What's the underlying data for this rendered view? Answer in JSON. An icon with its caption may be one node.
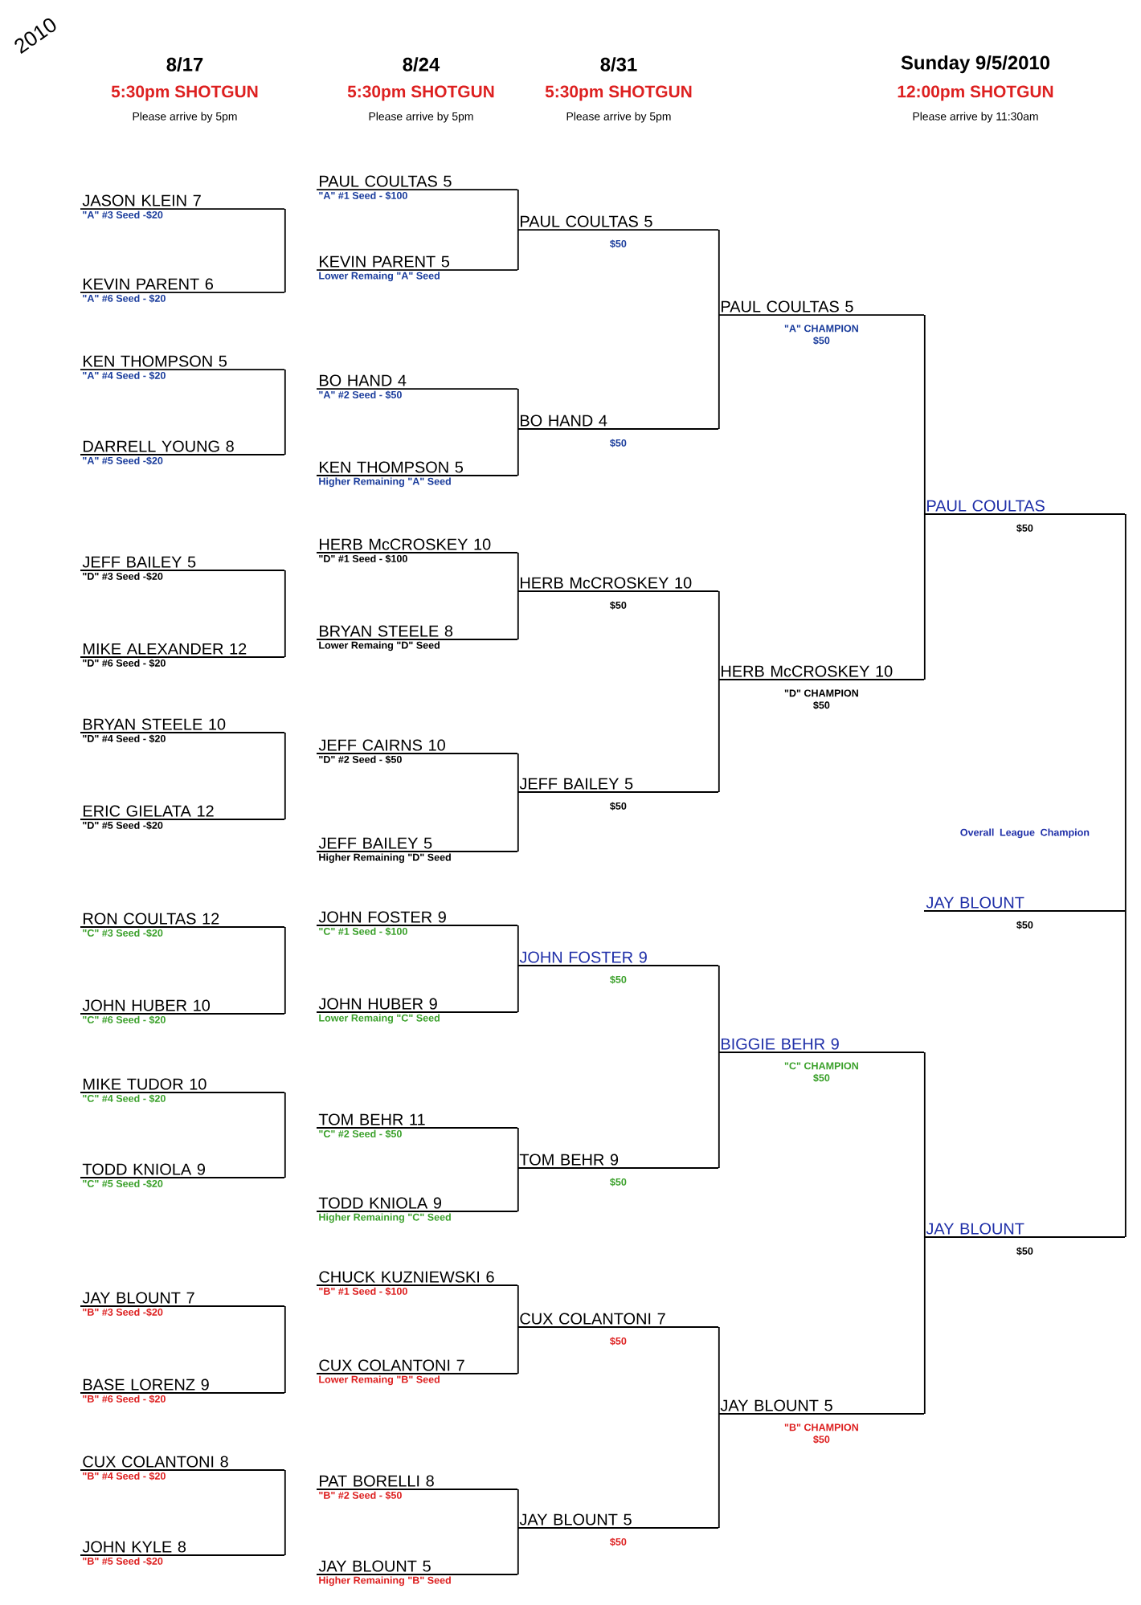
{
  "diagram": {
    "nodes": [
      {
        "text": [
          "JASON KLEIN 7",
          "\"A\" #3 Seed -$20"
        ]
      },
      {
        "text": [
          "KEVIN PARENT 6",
          "\"A\" #6 Seed - $20"
        ]
      },
      {
        "text": [
          "KEN THOMPSON 5",
          "\"A\" #4 Seed - $20"
        ]
      },
      {
        "text": [
          "DARRELL YOUNG 8",
          "\"A\" #5 Seed -$20"
        ]
      },
      {
        "text": [
          "JEFF BAILEY 5",
          "\"D\" #3 Seed -$20"
        ]
      },
      {
        "text": [
          "MIKE ALEXANDER 12",
          "\"D\" #6 Seed - $20"
        ]
      },
      {
        "text": [
          "BRYAN STEELE 10",
          "\"D\" #4 Seed - $20"
        ]
      },
      {
        "text": [
          "ERIC GIELATA 12",
          "\"D\" #5 Seed -$20"
        ]
      },
      {
        "text": [
          "RON COULTAS 12",
          "\"C\" #3 Seed -$20"
        ]
      },
      {
        "text": [
          "JOHN HUBER 10",
          "\"C\" #6 Seed - $20"
        ]
      },
      {
        "text": [
          "MIKE TUDOR 10",
          "\"C\" #4 Seed - $20"
        ]
      },
      {
        "text": [
          "TODD KNIOLA 9",
          "\"C\" #5 Seed -$20"
        ]
      },
      {
        "text": [
          "JAY BLOUNT 7",
          "\"B\" #3 Seed -$20"
        ]
      },
      {
        "text": [
          "BASE LORENZ 9",
          "\"B\" #6 Seed - $20"
        ]
      },
      {
        "text": [
          "CUX COLANTONI 8",
          "\"B\" #4 Seed - $20"
        ]
      },
      {
        "text": [
          "JOHN KYLE 8",
          "\"B\" #5 Seed -$20"
        ]
      },
      {
        "text": [
          "PAUL COULTAS 5",
          "\"A\" #1 Seed - $100"
        ]
      },
      {
        "text": [
          "KEVIN PARENT 5",
          "Lower Remaing \"A\" Seed"
        ]
      },
      {
        "text": [
          "BO HAND 4",
          "\"A\" #2 Seed - $50"
        ]
      },
      {
        "text": [
          "KEN THOMPSON 5",
          "Higher Remaining \"A\" Seed"
        ]
      },
      {
        "text": [
          "HERB McCROSKEY 10",
          "\"D\" #1 Seed - $100"
        ]
      },
      {
        "text": [
          "BRYAN STEELE 8",
          "Lower Remaing \"D\" Seed"
        ]
      },
      {
        "text": [
          "JEFF CAIRNS 10",
          "\"D\" #2 Seed - $50"
        ]
      },
      {
        "text": [
          "JEFF BAILEY 5",
          "Higher Remaining \"D\" Seed"
        ]
      },
      {
        "text": [
          "JOHN FOSTER 9",
          "\"C\" #1 Seed - $100"
        ]
      },
      {
        "text": [
          "JOHN HUBER 9",
          "Lower Remaing \"C\" Seed"
        ]
      },
      {
        "text": [
          "TOM BEHR 11",
          "\"C\" #2 Seed - $50"
        ]
      },
      {
        "text": [
          "TODD KNIOLA 9",
          "Higher Remaining \"C\" Seed"
        ]
      },
      {
        "text": [
          "CHUCK KUZNIEWSKI 6",
          "\"B\" #1 Seed - $100"
        ]
      },
      {
        "text": [
          "CUX COLANTONI 7",
          "Lower Remaing \"B\" Seed"
        ]
      },
      {
        "text": [
          "PAT BORELLI 8",
          "\"B\" #2 Seed - $50"
        ]
      },
      {
        "text": [
          "JAY BLOUNT 5",
          "Higher Remaining \"B\" Seed"
        ]
      },
      {
        "text": [
          "PAUL COULTAS 5",
          "$50"
        ]
      },
      {
        "text": [
          "BO HAND 4",
          "$50"
        ]
      },
      {
        "text": [
          "HERB McCROSKEY 10",
          "$50"
        ]
      },
      {
        "text": [
          "JEFF BAILEY 5",
          "$50"
        ]
      },
      {
        "text": [
          "JOHN FOSTER 9",
          "$50"
        ]
      },
      {
        "text": [
          "TOM BEHR 9",
          "$50"
        ]
      },
      {
        "text": [
          "CUX COLANTONI 7",
          "$50"
        ]
      },
      {
        "text": [
          "JAY BLOUNT 5",
          "$50"
        ]
      },
      {
        "text": [
          "PAUL COULTAS 5",
          "\"A\" CHAMPION",
          "$50"
        ]
      },
      {
        "text": [
          "HERB McCROSKEY 10",
          "\"D\" CHAMPION",
          "$50"
        ]
      },
      {
        "text": [
          "BIGGIE BEHR 9",
          "\"C\" CHAMPION",
          "$50"
        ]
      },
      {
        "text": [
          "JAY BLOUNT 5",
          "\"B\" CHAMPION",
          "$50"
        ]
      },
      {
        "text": [
          "PAUL COULTAS",
          "$50"
        ]
      },
      {
        "text": [
          "JAY BLOUNT",
          "$50"
        ]
      },
      {
        "text": [
          "Overall League Champion",
          "JAY BLOUNT",
          "$50"
        ]
      }
    ],
    "edges": [
      {
        "from": 0,
        "to": 1,
        "arrow": "none"
      },
      {
        "from": 2,
        "to": 3,
        "arrow": "none"
      },
      {
        "from": 4,
        "to": 5,
        "arrow": "none"
      },
      {
        "from": 6,
        "to": 7,
        "arrow": "none"
      },
      {
        "from": 8,
        "to": 9,
        "arrow": "none"
      },
      {
        "from": 10,
        "to": 11,
        "arrow": "none"
      },
      {
        "from": 12,
        "to": 13,
        "arrow": "none"
      },
      {
        "from": 14,
        "to": 15,
        "arrow": "none"
      },
      {
        "from": 16,
        "to": 32,
        "arrow": "none"
      },
      {
        "from": 17,
        "to": 32,
        "arrow": "none"
      },
      {
        "from": 18,
        "to": 33,
        "arrow": "none"
      },
      {
        "from": 19,
        "to": 33,
        "arrow": "none"
      },
      {
        "from": 20,
        "to": 34,
        "arrow": "none"
      },
      {
        "from": 21,
        "to": 34,
        "arrow": "none"
      },
      {
        "from": 22,
        "to": 35,
        "arrow": "none"
      },
      {
        "from": 23,
        "to": 35,
        "arrow": "none"
      },
      {
        "from": 24,
        "to": 36,
        "arrow": "none"
      },
      {
        "from": 25,
        "to": 36,
        "arrow": "none"
      },
      {
        "from": 26,
        "to": 37,
        "arrow": "none"
      },
      {
        "from": 27,
        "to": 37,
        "arrow": "none"
      },
      {
        "from": 28,
        "to": 38,
        "arrow": "none"
      },
      {
        "from": 29,
        "to": 38,
        "arrow": "none"
      },
      {
        "from": 30,
        "to": 39,
        "arrow": "none"
      },
      {
        "from": 31,
        "to": 39,
        "arrow": "none"
      },
      {
        "from": 32,
        "to": 40,
        "arrow": "none"
      },
      {
        "from": 33,
        "to": 40,
        "arrow": "none"
      },
      {
        "from": 34,
        "to": 41,
        "arrow": "none"
      },
      {
        "from": 35,
        "to": 41,
        "arrow": "none"
      },
      {
        "from": 36,
        "to": 42,
        "arrow": "none"
      },
      {
        "from": 37,
        "to": 42,
        "arrow": "none"
      },
      {
        "from": 38,
        "to": 43,
        "arrow": "none"
      },
      {
        "from": 39,
        "to": 43,
        "arrow": "none"
      },
      {
        "from": 40,
        "to": 44,
        "arrow": "none"
      },
      {
        "from": 41,
        "to": 44,
        "arrow": "none"
      },
      {
        "from": 42,
        "to": 45,
        "arrow": "none"
      },
      {
        "from": 43,
        "to": 45,
        "arrow": "none"
      },
      {
        "from": 44,
        "to": 46,
        "arrow": "none"
      },
      {
        "from": 45,
        "to": 46,
        "arrow": "none"
      }
    ],
    "labels": [
      "2010",
      "8/17",
      "8/24",
      "8/31",
      "Sunday 9/5/2010",
      "5:30pm SHOTGUN",
      "5:30pm SHOTGUN",
      "5:30pm SHOTGUN",
      "12:00pm SHOTGUN",
      "Please arrive by 5pm",
      "Please arrive by 5pm",
      "Please arrive by 5pm",
      "Please arrive by 11:30am"
    ]
  }
}
